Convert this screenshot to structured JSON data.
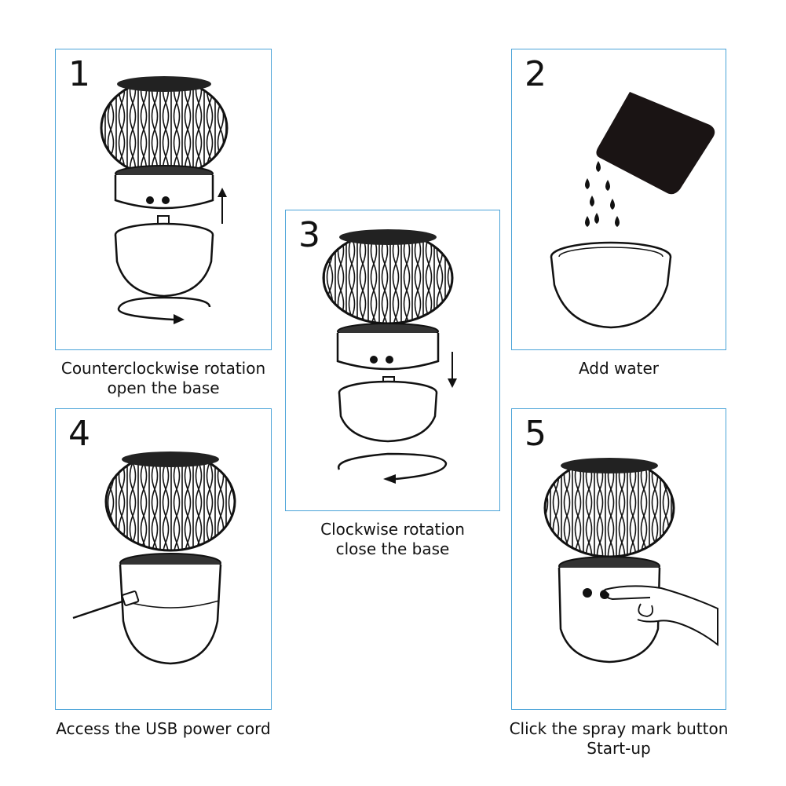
{
  "steps": [
    {
      "number": "1",
      "caption_lines": [
        "Counterclockwise rotation",
        "open the base"
      ]
    },
    {
      "number": "2",
      "caption_lines": [
        "Add water"
      ]
    },
    {
      "number": "3",
      "caption_lines": [
        "Clockwise rotation",
        "close the base"
      ]
    },
    {
      "number": "4",
      "caption_lines": [
        "Access the USB power cord"
      ]
    },
    {
      "number": "5",
      "caption_lines": [
        "Click the spray mark button",
        "Start-up"
      ]
    }
  ],
  "colors": {
    "panel_border": "#4aa3d8",
    "line": "#111111"
  }
}
